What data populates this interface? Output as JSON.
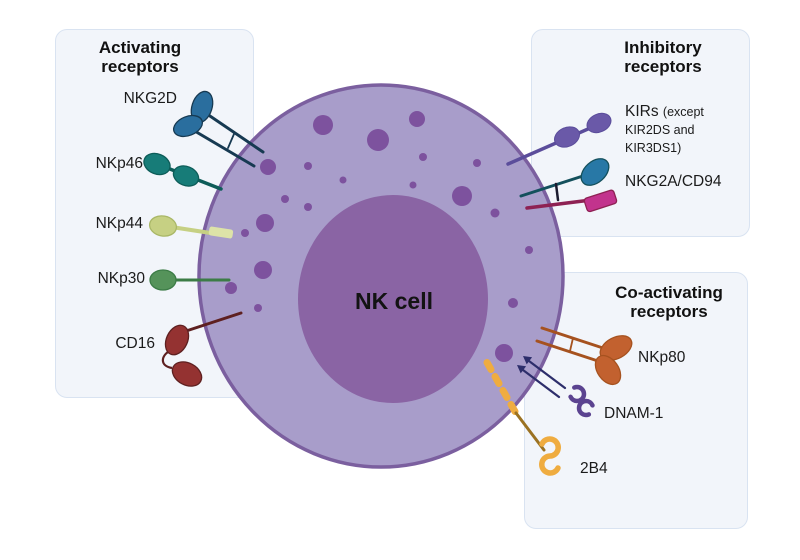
{
  "diagram": {
    "cell_label": "NK cell",
    "panels": {
      "activating": {
        "title": "Activating receptors",
        "receptors": {
          "nkg2d": "NKG2D",
          "nkp46": "NKp46",
          "nkp44": "NKp44",
          "nkp30": "NKp30",
          "cd16": "CD16"
        }
      },
      "inhibitory": {
        "title": "Inhibitory receptors",
        "receptors": {
          "kirs": "KIRs",
          "kirs_note": "(except KIR2DS and KIR3DS1)",
          "nkg2a_cd94": "NKG2A/CD94"
        }
      },
      "coactivating": {
        "title": "Co-activating receptors",
        "receptors": {
          "nkp80": "NKp80",
          "dnam1": "DNAM-1",
          "b4": "2B4"
        }
      }
    }
  },
  "colors": {
    "background": "#ffffff",
    "panel_fill": "#f2f5fa",
    "panel_border": "#d9e3f1",
    "label_text": "#1b1b1b",
    "cell_body": "#a89dca",
    "cell_membrane": "#7b5f9f",
    "nucleus": "#8a64a4",
    "granule": "#7d529e",
    "nkg2d": "#2a6e9e",
    "nkg2d_stalk": "#173a52",
    "nkp46": "#177c78",
    "nkp46_stalk": "#0d5c58",
    "nkp44": "#c6d083",
    "nkp44_segment": "#dde3a8",
    "nkp44_outline": "#a9b766",
    "nkp30": "#55935a",
    "nkp30_stalk": "#3c7c46",
    "cd16": "#943231",
    "cd16_stalk": "#5e2020",
    "kirs": "#6a59a8",
    "kirs_stalk": "#5b4d9b",
    "nkg2a": "#2878a6",
    "nkg2a_stalk": "#14505c",
    "cd94": "#c2338d",
    "cd94_stalk": "#8e2153",
    "crossbar": "#1b1b2f",
    "nkp80": "#c2612f",
    "nkp80_stalk": "#a6521f",
    "dnam1": "#5b4390",
    "dnam1_arrow": "#2d2e6b",
    "b4_head": "#efac40",
    "b4_stalk": "#9b7222"
  }
}
